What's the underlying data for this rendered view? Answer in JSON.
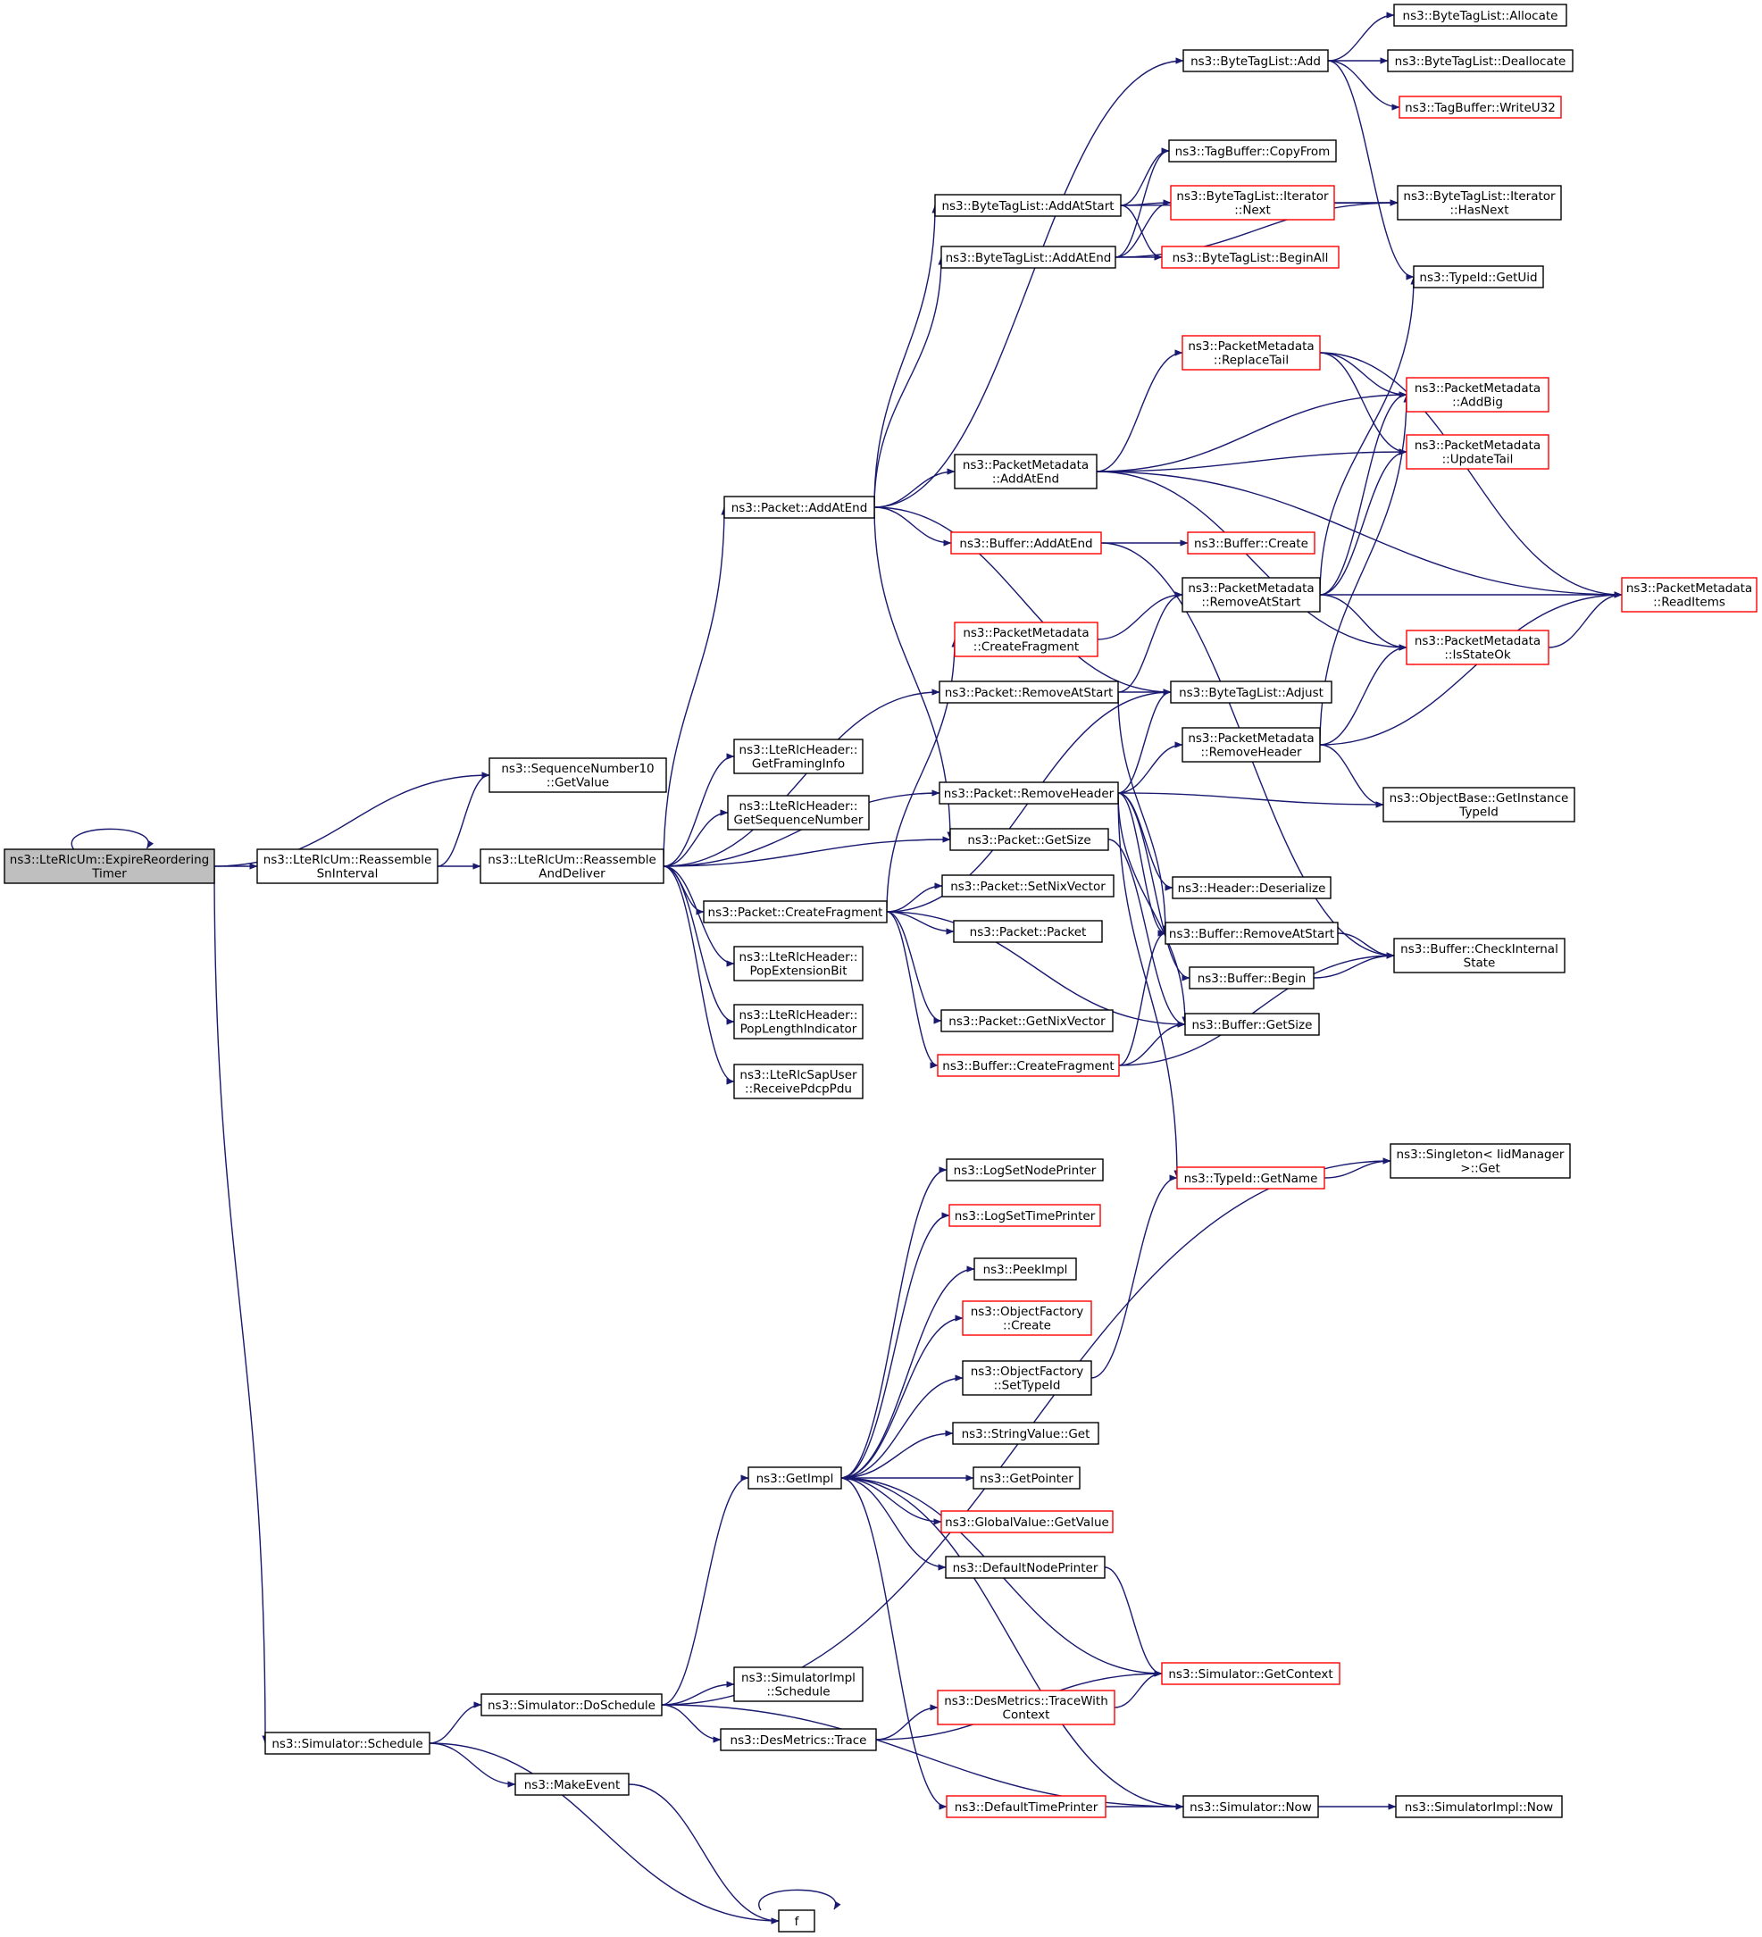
{
  "graph": {
    "edge_color": "#191970",
    "node_border_color": "#000000",
    "truncated_node_border_color": "#ff0000",
    "root_fill_color": "#bfbfbf",
    "nodes": [
      {
        "id": "expire",
        "label": [
          "ns3::LteRlcUm::ExpireReordering",
          "Timer"
        ],
        "root": true
      },
      {
        "id": "snget",
        "label": [
          "ns3::SequenceNumber10",
          "::GetValue"
        ]
      },
      {
        "id": "reassSn",
        "label": [
          "ns3::LteRlcUm::Reassemble",
          "SnInterval"
        ]
      },
      {
        "id": "reassDel",
        "label": [
          "ns3::LteRlcUm::Reassemble",
          "AndDeliver"
        ]
      },
      {
        "id": "sched",
        "label": [
          "ns3::Simulator::Schedule"
        ]
      },
      {
        "id": "framing",
        "label": [
          "ns3::LteRlcHeader::",
          "GetFramingInfo"
        ]
      },
      {
        "id": "seqnum",
        "label": [
          "ns3::LteRlcHeader::",
          "GetSequenceNumber"
        ]
      },
      {
        "id": "popext",
        "label": [
          "ns3::LteRlcHeader::",
          "PopExtensionBit"
        ]
      },
      {
        "id": "poplen",
        "label": [
          "ns3::LteRlcHeader::",
          "PopLengthIndicator"
        ]
      },
      {
        "id": "recv",
        "label": [
          "ns3::LteRlcSapUser",
          "::ReceivePdcpPdu"
        ]
      },
      {
        "id": "pAddAtEnd",
        "label": [
          "ns3::Packet::AddAtEnd"
        ]
      },
      {
        "id": "pRemStart",
        "label": [
          "ns3::Packet::RemoveAtStart"
        ]
      },
      {
        "id": "pRemHdr",
        "label": [
          "ns3::Packet::RemoveHeader"
        ]
      },
      {
        "id": "pGetSize",
        "label": [
          "ns3::Packet::GetSize"
        ]
      },
      {
        "id": "pCreateFrag",
        "label": [
          "ns3::Packet::CreateFragment"
        ]
      },
      {
        "id": "pSetNix",
        "label": [
          "ns3::Packet::SetNixVector"
        ]
      },
      {
        "id": "pPacket",
        "label": [
          "ns3::Packet::Packet"
        ]
      },
      {
        "id": "pGetNix",
        "label": [
          "ns3::Packet::GetNixVector"
        ]
      },
      {
        "id": "bCreateFrag",
        "label": [
          "ns3::Buffer::CreateFragment"
        ],
        "truncated": true
      },
      {
        "id": "btlAdd",
        "label": [
          "ns3::ByteTagList::Add"
        ]
      },
      {
        "id": "btlAddStart",
        "label": [
          "ns3::ByteTagList::AddAtStart"
        ]
      },
      {
        "id": "btlAddEnd",
        "label": [
          "ns3::ByteTagList::AddAtEnd"
        ]
      },
      {
        "id": "pmAddAtEnd",
        "label": [
          "ns3::PacketMetadata",
          "::AddAtEnd"
        ]
      },
      {
        "id": "bAddAtEnd",
        "label": [
          "ns3::Buffer::AddAtEnd"
        ],
        "truncated": true
      },
      {
        "id": "pmCreateFrag",
        "label": [
          "ns3::PacketMetadata",
          "::CreateFragment"
        ],
        "truncated": true
      },
      {
        "id": "doSched",
        "label": [
          "ns3::Simulator::DoSchedule"
        ]
      },
      {
        "id": "makeEvent",
        "label": [
          "ns3::MakeEvent"
        ]
      },
      {
        "id": "f",
        "label": [
          "f"
        ]
      },
      {
        "id": "getImpl",
        "label": [
          "ns3::GetImpl"
        ]
      },
      {
        "id": "simImplSched",
        "label": [
          "ns3::SimulatorImpl",
          "::Schedule"
        ]
      },
      {
        "id": "desTrace",
        "label": [
          "ns3::DesMetrics::Trace"
        ]
      },
      {
        "id": "logNode",
        "label": [
          "ns3::LogSetNodePrinter"
        ]
      },
      {
        "id": "logTime",
        "label": [
          "ns3::LogSetTimePrinter"
        ],
        "truncated": true
      },
      {
        "id": "peek",
        "label": [
          "ns3::PeekImpl"
        ]
      },
      {
        "id": "ofCreate",
        "label": [
          "ns3::ObjectFactory",
          "::Create"
        ],
        "truncated": true
      },
      {
        "id": "ofSetTid",
        "label": [
          "ns3::ObjectFactory",
          "::SetTypeId"
        ]
      },
      {
        "id": "strGet",
        "label": [
          "ns3::StringValue::Get"
        ]
      },
      {
        "id": "getPtr",
        "label": [
          "ns3::GetPointer"
        ]
      },
      {
        "id": "gvGet",
        "label": [
          "ns3::GlobalValue::GetValue"
        ],
        "truncated": true
      },
      {
        "id": "defNode",
        "label": [
          "ns3::DefaultNodePrinter"
        ]
      },
      {
        "id": "desTraceCtx",
        "label": [
          "ns3::DesMetrics::TraceWith",
          "Context"
        ],
        "truncated": true
      },
      {
        "id": "defTime",
        "label": [
          "ns3::DefaultTimePrinter"
        ],
        "truncated": true
      },
      {
        "id": "btlAlloc",
        "label": [
          "ns3::ByteTagList::Allocate"
        ]
      },
      {
        "id": "btlDealloc",
        "label": [
          "ns3::ByteTagList::Deallocate"
        ]
      },
      {
        "id": "tbWrite",
        "label": [
          "ns3::TagBuffer::WriteU32"
        ],
        "truncated": true
      },
      {
        "id": "tbCopy",
        "label": [
          "ns3::TagBuffer::CopyFrom"
        ]
      },
      {
        "id": "btlItNext",
        "label": [
          "ns3::ByteTagList::Iterator",
          "::Next"
        ],
        "truncated": true
      },
      {
        "id": "btlBegin",
        "label": [
          "ns3::ByteTagList::BeginAll"
        ],
        "truncated": true
      },
      {
        "id": "pmReplTail",
        "label": [
          "ns3::PacketMetadata",
          "::ReplaceTail"
        ],
        "truncated": true
      },
      {
        "id": "bCreate",
        "label": [
          "ns3::Buffer::Create"
        ],
        "truncated": true
      },
      {
        "id": "pmRemStart",
        "label": [
          "ns3::PacketMetadata",
          "::RemoveAtStart"
        ]
      },
      {
        "id": "btlAdjust",
        "label": [
          "ns3::ByteTagList::Adjust"
        ]
      },
      {
        "id": "pmRemHdr",
        "label": [
          "ns3::PacketMetadata",
          "::RemoveHeader"
        ]
      },
      {
        "id": "hdrDeser",
        "label": [
          "ns3::Header::Deserialize"
        ]
      },
      {
        "id": "bRemStart",
        "label": [
          "ns3::Buffer::RemoveAtStart"
        ]
      },
      {
        "id": "bBegin",
        "label": [
          "ns3::Buffer::Begin"
        ]
      },
      {
        "id": "bGetSize",
        "label": [
          "ns3::Buffer::GetSize"
        ]
      },
      {
        "id": "tidName",
        "label": [
          "ns3::TypeId::GetName"
        ],
        "truncated": true
      },
      {
        "id": "simCtx",
        "label": [
          "ns3::Simulator::GetContext"
        ],
        "truncated": true
      },
      {
        "id": "simNow",
        "label": [
          "ns3::Simulator::Now"
        ]
      },
      {
        "id": "btlItHas",
        "label": [
          "ns3::ByteTagList::Iterator",
          "::HasNext"
        ]
      },
      {
        "id": "tidUid",
        "label": [
          "ns3::TypeId::GetUid"
        ]
      },
      {
        "id": "pmAddBig",
        "label": [
          "ns3::PacketMetadata",
          "::AddBig"
        ],
        "truncated": true
      },
      {
        "id": "pmUpdTail",
        "label": [
          "ns3::PacketMetadata",
          "::UpdateTail"
        ],
        "truncated": true
      },
      {
        "id": "pmStateOk",
        "label": [
          "ns3::PacketMetadata",
          "::IsStateOk"
        ],
        "truncated": true
      },
      {
        "id": "obGetTid",
        "label": [
          "ns3::ObjectBase::GetInstance",
          "TypeId"
        ]
      },
      {
        "id": "bCheck",
        "label": [
          "ns3::Buffer::CheckInternal",
          "State"
        ]
      },
      {
        "id": "singleton",
        "label": [
          "ns3::Singleton< IidManager",
          ">::Get"
        ]
      },
      {
        "id": "simImplNow",
        "label": [
          "ns3::SimulatorImpl::Now"
        ]
      },
      {
        "id": "pmReadItems",
        "label": [
          "ns3::PacketMetadata",
          "::ReadItems"
        ],
        "truncated": true
      }
    ],
    "edges": [
      [
        "expire",
        "expire"
      ],
      [
        "expire",
        "snget"
      ],
      [
        "expire",
        "reassSn"
      ],
      [
        "expire",
        "sched"
      ],
      [
        "reassSn",
        "snget"
      ],
      [
        "reassSn",
        "reassDel"
      ],
      [
        "reassDel",
        "pAddAtEnd"
      ],
      [
        "reassDel",
        "pRemStart"
      ],
      [
        "reassDel",
        "pRemHdr"
      ],
      [
        "reassDel",
        "framing"
      ],
      [
        "reassDel",
        "seqnum"
      ],
      [
        "reassDel",
        "pGetSize"
      ],
      [
        "reassDel",
        "pCreateFrag"
      ],
      [
        "reassDel",
        "popext"
      ],
      [
        "reassDel",
        "poplen"
      ],
      [
        "reassDel",
        "recv"
      ],
      [
        "pAddAtEnd",
        "btlAdd"
      ],
      [
        "pAddAtEnd",
        "btlAddStart"
      ],
      [
        "pAddAtEnd",
        "btlAddEnd"
      ],
      [
        "pAddAtEnd",
        "pmAddAtEnd"
      ],
      [
        "pAddAtEnd",
        "bAddAtEnd"
      ],
      [
        "pAddAtEnd",
        "pGetSize"
      ],
      [
        "pAddAtEnd",
        "btlAdjust"
      ],
      [
        "pRemStart",
        "pmRemStart"
      ],
      [
        "pRemStart",
        "btlAdjust"
      ],
      [
        "pRemStart",
        "bRemStart"
      ],
      [
        "pRemHdr",
        "pmRemHdr"
      ],
      [
        "pRemHdr",
        "btlAdjust"
      ],
      [
        "pRemHdr",
        "obGetTid"
      ],
      [
        "pRemHdr",
        "hdrDeser"
      ],
      [
        "pRemHdr",
        "bRemStart"
      ],
      [
        "pRemHdr",
        "bBegin"
      ],
      [
        "pRemHdr",
        "bGetSize"
      ],
      [
        "pRemHdr",
        "tidName"
      ],
      [
        "pGetSize",
        "bGetSize"
      ],
      [
        "pCreateFrag",
        "pmCreateFrag"
      ],
      [
        "pCreateFrag",
        "btlAdjust"
      ],
      [
        "pCreateFrag",
        "pSetNix"
      ],
      [
        "pCreateFrag",
        "pPacket"
      ],
      [
        "pCreateFrag",
        "pGetNix"
      ],
      [
        "pCreateFrag",
        "bCreateFrag"
      ],
      [
        "pCreateFrag",
        "bGetSize"
      ],
      [
        "bCreateFrag",
        "bRemStart"
      ],
      [
        "bCreateFrag",
        "bGetSize"
      ],
      [
        "bCreateFrag",
        "bCheck"
      ],
      [
        "btlAdd",
        "btlAlloc"
      ],
      [
        "btlAdd",
        "btlDealloc"
      ],
      [
        "btlAdd",
        "tbWrite"
      ],
      [
        "btlAdd",
        "tidUid"
      ],
      [
        "btlAddStart",
        "tbCopy"
      ],
      [
        "btlAddStart",
        "btlItNext"
      ],
      [
        "btlAddStart",
        "btlBegin"
      ],
      [
        "btlAddStart",
        "btlItHas"
      ],
      [
        "btlAddEnd",
        "tbCopy"
      ],
      [
        "btlAddEnd",
        "btlItNext"
      ],
      [
        "btlAddEnd",
        "btlBegin"
      ],
      [
        "btlAddEnd",
        "btlItHas"
      ],
      [
        "btlItNext",
        "btlItHas"
      ],
      [
        "pmAddAtEnd",
        "pmReplTail"
      ],
      [
        "pmAddAtEnd",
        "pmAddBig"
      ],
      [
        "pmAddAtEnd",
        "pmUpdTail"
      ],
      [
        "pmAddAtEnd",
        "pmReadItems"
      ],
      [
        "pmAddAtEnd",
        "pmStateOk"
      ],
      [
        "pmReplTail",
        "pmAddBig"
      ],
      [
        "pmReplTail",
        "pmUpdTail"
      ],
      [
        "pmReplTail",
        "pmReadItems"
      ],
      [
        "bAddAtEnd",
        "bCreate"
      ],
      [
        "bAddAtEnd",
        "bCheck"
      ],
      [
        "pmCreateFrag",
        "pmRemStart"
      ],
      [
        "pmRemStart",
        "tidUid"
      ],
      [
        "pmRemStart",
        "pmAddBig"
      ],
      [
        "pmRemStart",
        "pmUpdTail"
      ],
      [
        "pmRemStart",
        "pmReadItems"
      ],
      [
        "pmRemStart",
        "pmStateOk"
      ],
      [
        "pmRemHdr",
        "pmAddBig"
      ],
      [
        "pmRemHdr",
        "pmStateOk"
      ],
      [
        "pmRemHdr",
        "pmReadItems"
      ],
      [
        "pmRemHdr",
        "obGetTid"
      ],
      [
        "pmStateOk",
        "pmReadItems"
      ],
      [
        "bRemStart",
        "bCheck"
      ],
      [
        "bBegin",
        "bCheck"
      ],
      [
        "tidName",
        "singleton"
      ],
      [
        "sched",
        "doSched"
      ],
      [
        "sched",
        "makeEvent"
      ],
      [
        "sched",
        "f"
      ],
      [
        "makeEvent",
        "f"
      ],
      [
        "f",
        "f"
      ],
      [
        "doSched",
        "singleton"
      ],
      [
        "doSched",
        "getImpl"
      ],
      [
        "doSched",
        "simImplSched"
      ],
      [
        "doSched",
        "desTrace"
      ],
      [
        "doSched",
        "simNow"
      ],
      [
        "getImpl",
        "logNode"
      ],
      [
        "getImpl",
        "logTime"
      ],
      [
        "getImpl",
        "peek"
      ],
      [
        "getImpl",
        "ofCreate"
      ],
      [
        "getImpl",
        "ofSetTid"
      ],
      [
        "getImpl",
        "strGet"
      ],
      [
        "getImpl",
        "getPtr"
      ],
      [
        "getImpl",
        "gvGet"
      ],
      [
        "getImpl",
        "defNode"
      ],
      [
        "getImpl",
        "defTime"
      ],
      [
        "ofSetTid",
        "tidName"
      ],
      [
        "defNode",
        "simCtx"
      ],
      [
        "simCtx",
        "getImpl"
      ],
      [
        "desTrace",
        "desTraceCtx"
      ],
      [
        "desTrace",
        "simCtx"
      ],
      [
        "desTraceCtx",
        "simCtx"
      ],
      [
        "defTime",
        "simNow"
      ],
      [
        "simNow",
        "getImpl"
      ],
      [
        "simNow",
        "simImplNow"
      ]
    ]
  }
}
